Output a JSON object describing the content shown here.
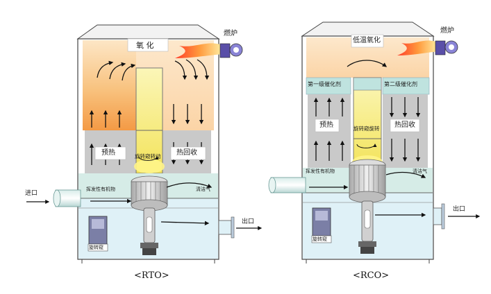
{
  "rto": {
    "caption": "<RTO>",
    "oxidation": "氧 化",
    "burner": "燃炉",
    "preheat": "预热",
    "heat_recovery": "热回收",
    "rotary_valve_turning": "旋转窥转动",
    "volatile_organics": "挥发性有机物",
    "clean_gas": "清洁气",
    "inlet": "进口",
    "outlet": "出口",
    "rotary_valve": "旋转窥"
  },
  "rco": {
    "caption": "<RCO>",
    "low_temp_oxidation": "低温氧化",
    "burner": "燃炉",
    "catalyst_1": "第一级催化剂",
    "catalyst_2": "第二级催化剂",
    "preheat": "预热",
    "heat_recovery": "热回收",
    "rotary_valve_rotating": "旋转窥旋转",
    "volatile_organics": "挥发性有机物",
    "clean_gas": "清洁气",
    "outlet": "出口",
    "rotary_valve": "旋转窥"
  },
  "colors": {
    "hot": "#fbd9a8",
    "warm": "#f6b36a",
    "valve_core": "#f7f08a",
    "regenerator": "#c9c9c9",
    "catalyst": "#bfe3df",
    "lower_chamber": "#dff1f7"
  }
}
